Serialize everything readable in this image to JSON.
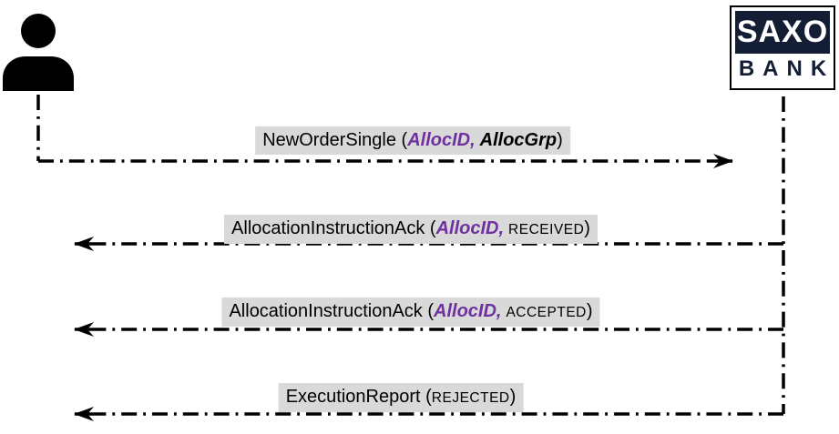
{
  "actors": {
    "client": {
      "icon": "person-icon"
    },
    "bank": {
      "name_top": "SAXO",
      "name_bottom": "BANK"
    }
  },
  "colors": {
    "label_background": "#d9d9d9",
    "param_highlight_purple": "#7030a0",
    "line_black": "#000000",
    "logo_navy": "#131d33"
  },
  "messages": [
    {
      "direction": "client-to-bank",
      "name": "NewOrderSingle",
      "open": " (",
      "param": "AllocID,",
      "param2": "AllocGrp",
      "close": ")"
    },
    {
      "direction": "bank-to-client",
      "name": "AllocationInstructionAck",
      "open": " (",
      "param": "AllocID,",
      "status": "RECEIVED",
      "close": ")"
    },
    {
      "direction": "bank-to-client",
      "name": "AllocationInstructionAck",
      "open": " (",
      "param": "AllocID,",
      "status": "ACCEPTED",
      "close": ")"
    },
    {
      "direction": "bank-to-client",
      "name": "ExecutionReport",
      "open": " (",
      "status": "REJECTED",
      "close": ")"
    }
  ]
}
